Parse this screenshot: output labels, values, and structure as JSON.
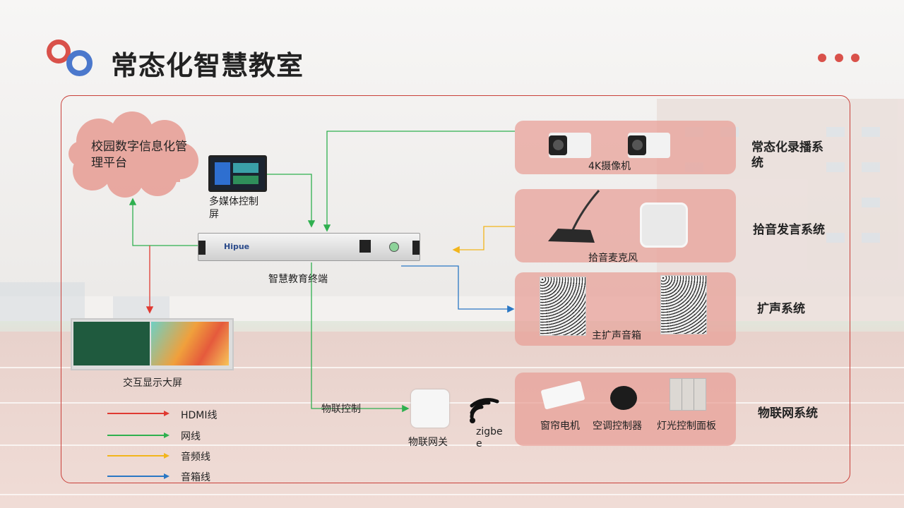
{
  "page": {
    "title": "常态化智慧教室"
  },
  "diagram": {
    "cloud_label": "校园数字信息化管理平台",
    "nodes": {
      "screen": "多媒体控制屏",
      "terminal": "智慧教育终端",
      "terminal_brand": "Hipue",
      "display": "交互显示大屏",
      "gateway": "物联网关",
      "gateway_link": "物联控制",
      "zigbee": "zigbee",
      "camera": "4K摄像机",
      "mic": "拾音麦克风",
      "speaker": "主扩声音箱",
      "curtain": "窗帘电机",
      "ac": "空调控制器",
      "light": "灯光控制面板"
    },
    "systems": [
      "常态化录播系统",
      "拾音发言系统",
      "扩声系统",
      "物联网系统"
    ],
    "legend": [
      {
        "label": "HDMI线",
        "color": "#e03a32"
      },
      {
        "label": "网线",
        "color": "#2fb04f"
      },
      {
        "label": "音频线",
        "color": "#f2b51c"
      },
      {
        "label": "音箱线",
        "color": "#2a77c4"
      }
    ]
  },
  "colors": {
    "accent_red": "#d9514a",
    "accent_blue": "#4b78cc",
    "system_fill": "#e89e96"
  }
}
